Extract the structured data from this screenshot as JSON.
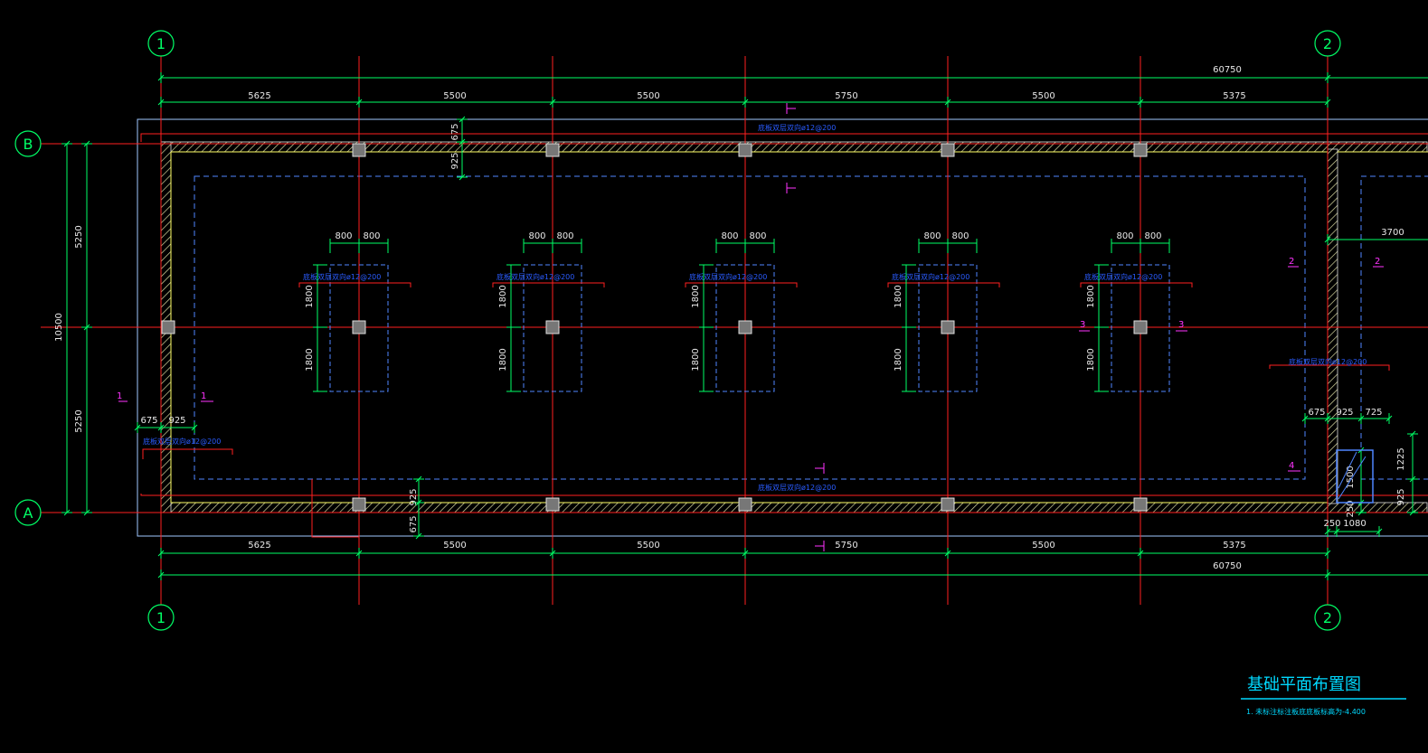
{
  "title": "基础平面布置图",
  "note": "1. 未标注标注板底底板标高为-4.400",
  "axes": {
    "vertical": [
      "1",
      "2"
    ],
    "horizontal": [
      "B",
      "A"
    ]
  },
  "dimensions": {
    "total_overall": "60750",
    "spans": [
      "5625",
      "5500",
      "5500",
      "5750",
      "5500",
      "5375"
    ],
    "total_height": "10500",
    "half_heights": [
      "5250",
      "5250"
    ],
    "wall_offsets": [
      "675",
      "925"
    ],
    "pad_halves": [
      "800",
      "800"
    ],
    "pad_vert": [
      "1800",
      "1800"
    ],
    "right_width": "3700",
    "right_details": [
      "675",
      "925",
      "725",
      "1225",
      "925",
      "1500",
      "250",
      "250",
      "1080"
    ]
  },
  "section_marks": [
    "1",
    "2",
    "3",
    "4"
  ],
  "annotations": {
    "slab_rebar": "底板双层双向ø12@200"
  },
  "colors": {
    "background": "#000000",
    "axis": "#ff2020",
    "dimension": "#00ff66",
    "wall": "#ffff66",
    "outline": "#9fc7ff",
    "dashed": "#4f86ff",
    "text": "#e8e8e8",
    "title": "#00d9ff",
    "section": "#ff33ff"
  }
}
